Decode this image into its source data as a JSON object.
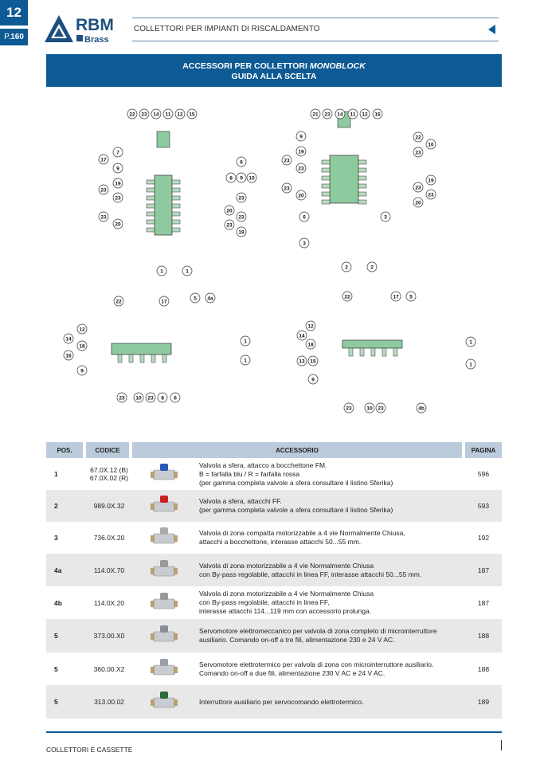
{
  "side_tab": {
    "chapter": "12",
    "page_prefix": "P.",
    "page_number": "160"
  },
  "logo": {
    "brand": "RBM",
    "sub": "Brass"
  },
  "header": {
    "section_title": "COLLETTORI PER IMPIANTI DI RISCALDAMENTO"
  },
  "banner": {
    "line1": "ACCESSORI PER COLLETTORI ",
    "line1_italic": "MONOBLOCK",
    "line2": "GUIDA ALLA SCELTA"
  },
  "diagrams": [
    {
      "callouts": [
        "22",
        "23",
        "14",
        "11",
        "12",
        "15",
        "7",
        "17",
        "9",
        "19",
        "23",
        "23",
        "23",
        "20",
        "6",
        "8",
        "9",
        "10",
        "23",
        "20",
        "23",
        "23",
        "19",
        "1",
        "1"
      ]
    },
    {
      "callouts": [
        "21",
        "23",
        "14",
        "11",
        "12",
        "16",
        "9",
        "19",
        "23",
        "23",
        "23",
        "20",
        "22",
        "10",
        "23",
        "19",
        "23",
        "23",
        "20",
        "6",
        "3",
        "3",
        "2",
        "2"
      ]
    },
    {
      "callouts": [
        "22",
        "17",
        "5",
        "4a",
        "12",
        "14",
        "18",
        "16",
        "9",
        "23",
        "10",
        "23",
        "8",
        "6",
        "1",
        "1"
      ]
    },
    {
      "callouts": [
        "22",
        "17",
        "5",
        "12",
        "14",
        "18",
        "13",
        "15",
        "9",
        "1",
        "1",
        "23",
        "10",
        "23",
        "4b"
      ]
    }
  ],
  "table": {
    "headers": {
      "pos": "POS.",
      "code": "CODICE",
      "accessory": "ACCESSORIO",
      "page": "PAGINA"
    },
    "rows": [
      {
        "pos": "1",
        "code": [
          "67.0X.12 (B)",
          "67.0X.02 (R)"
        ],
        "icon": "ball-valve-blue-icon",
        "desc": [
          "Valvola a sfera, attacco a bocchettone FM.",
          "B = farfalla blu / R = farfalla rossa",
          "(per gamma completa valvole a sfera consultare il listino Sferika)"
        ],
        "page": "596"
      },
      {
        "pos": "2",
        "code": [
          "989.0X.32"
        ],
        "icon": "ball-valve-red-icon",
        "desc": [
          "Valvola a sfera, attacchi FF.",
          "(per gamma completa valvole a sfera consultare il listino Sferika)"
        ],
        "page": "593"
      },
      {
        "pos": "3",
        "code": [
          "736.0X.20"
        ],
        "icon": "zone-valve-compact-icon",
        "desc": [
          "Valvola di zona compatta motorizzabile a 4 vie Normalmente Chiusa,",
          "attacchi a bocchettone, interasse attacchi 50...55 mm."
        ],
        "page": "192"
      },
      {
        "pos": "4a",
        "code": [
          "114.0X.70"
        ],
        "icon": "zone-valve-bypass-icon",
        "desc": [
          "Valvola di zona motorizzabile a 4 vie Normalmente Chiusa",
          "con By-pass regolabile, attacchi in linea FF, interasse attacchi 50...55 mm."
        ],
        "page": "187"
      },
      {
        "pos": "4b",
        "code": [
          "114.0X.20"
        ],
        "icon": "zone-valve-extension-icon",
        "desc": [
          "Valvola di zona motorizzabile a 4 vie Normalmente Chiusa",
          "con By-pass regolabile, attacchi in linea FF,",
          "interasse attacchi 114...119 mm con accessorio prolunga."
        ],
        "page": "187"
      },
      {
        "pos": "5",
        "code": [
          "373.00.X0"
        ],
        "icon": "electromechanical-actuator-icon",
        "desc": [
          "Servomotore elettromeccanico per valvola di zona completo di microinterruttore",
          "ausiliario. Comando on-off a tre fili, alimentazione 230 e 24 V AC."
        ],
        "page": "188"
      },
      {
        "pos": "5",
        "code": [
          "360.00.X2"
        ],
        "icon": "thermoelectric-actuator-icon",
        "desc": [
          "Servomotore elettrotermico per valvola di zona con microinterruttore ausiliario.",
          "Comando on-off a due fili, alimentazione 230 V AC e 24 V AC."
        ],
        "page": "188"
      },
      {
        "pos": "5",
        "code": [
          "313.00.02"
        ],
        "icon": "auxiliary-switch-icon",
        "desc": [
          "Interruttore ausiliario per servocomando elettrotermico."
        ],
        "page": "189"
      }
    ]
  },
  "footer": {
    "text": "COLLETTORI E CASSETTE"
  },
  "colors": {
    "brand_blue": "#0d5a94",
    "header_gray_blue": "#bccbdb",
    "row_gray": "#e8e8e8",
    "part_green": "#8fc9a0"
  }
}
